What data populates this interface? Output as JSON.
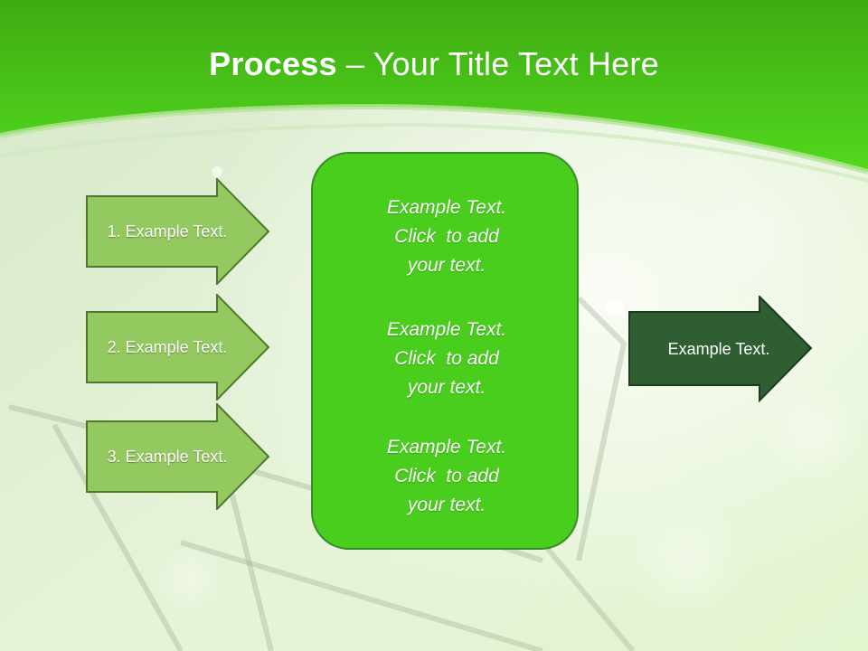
{
  "title": {
    "bold": "Process",
    "rest": " – Your Title Text Here"
  },
  "left_arrows": [
    {
      "label": "1. Example Text."
    },
    {
      "label": "2. Example Text."
    },
    {
      "label": "3. Example Text."
    }
  ],
  "center_blocks": [
    {
      "line1": "Example Text.",
      "line2": "Click  to add",
      "line3": "your text."
    },
    {
      "line1": "Example Text.",
      "line2": "Click  to add",
      "line3": "your text."
    },
    {
      "line1": "Example Text.",
      "line2": "Click  to add",
      "line3": "your text."
    }
  ],
  "output_arrow": {
    "label": "Example Text."
  },
  "colors": {
    "header_green": "#4ccf1c",
    "center_box": "#49ce1d",
    "input_arrow": "#93c95f",
    "output_arrow": "#2e5e31"
  }
}
